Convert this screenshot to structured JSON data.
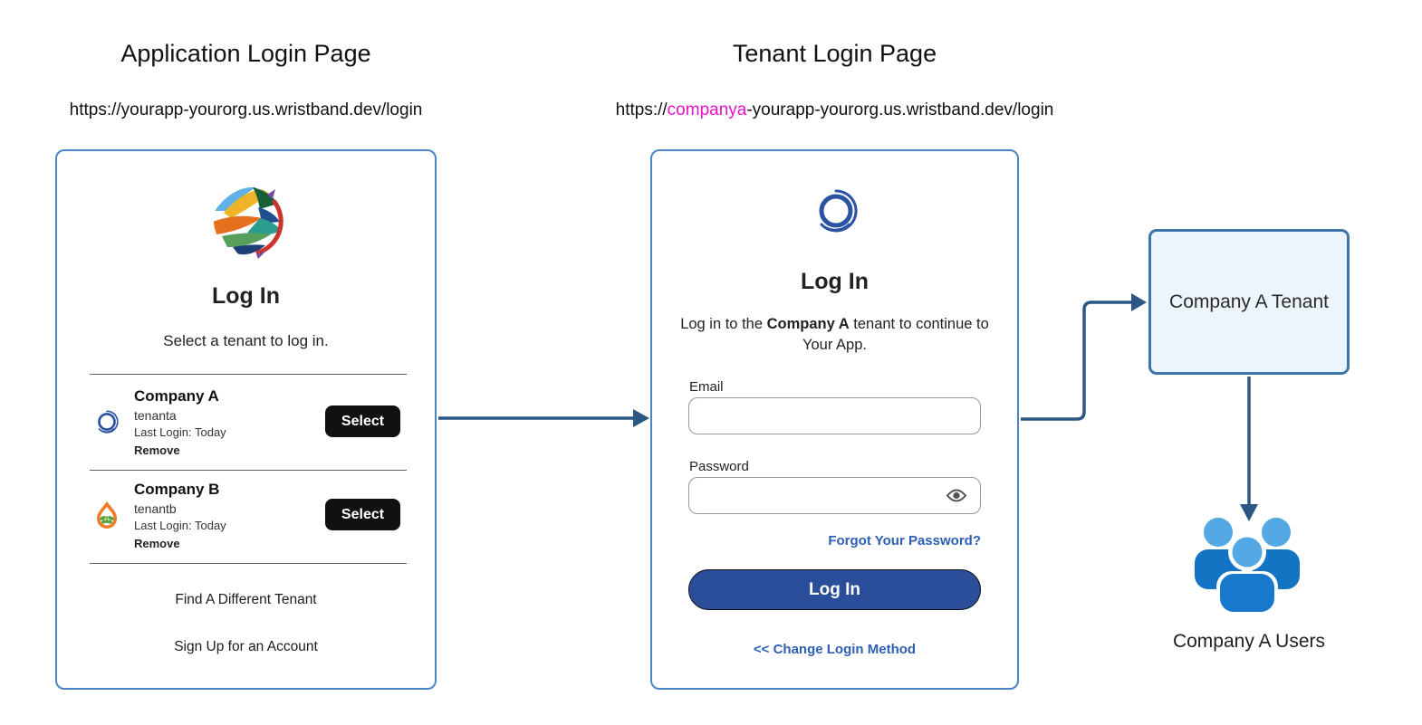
{
  "app_login": {
    "title": "Application Login Page",
    "url": "https://yourapp-yourorg.us.wristband.dev/login",
    "card": {
      "logo_icon": "globe-swirl-icon",
      "heading": "Log In",
      "subheading": "Select a tenant to log in.",
      "tenants": [
        {
          "name": "Company A",
          "tenant_id": "tenanta",
          "last_login": "Last Login: Today",
          "remove_label": "Remove",
          "select_label": "Select",
          "logo_icon": "ring-swirl-icon"
        },
        {
          "name": "Company B",
          "tenant_id": "tenantb",
          "last_login": "Last Login: Today",
          "remove_label": "Remove",
          "select_label": "Select",
          "logo_icon": "flame-leaf-icon"
        }
      ],
      "find_tenant_label": "Find A Different Tenant",
      "signup_label": "Sign Up for an Account"
    }
  },
  "tenant_login": {
    "title": "Tenant Login Page",
    "url_prefix": "https://",
    "url_highlight": "companya",
    "url_rest": "-yourapp-yourorg.us.wristband.dev/login",
    "card": {
      "logo_icon": "ring-swirl-icon",
      "heading": "Log In",
      "description_pre": "Log in to the ",
      "description_bold": "Company A",
      "description_post": " tenant to continue to Your App.",
      "email_label": "Email",
      "password_label": "Password",
      "password_toggle_icon": "eye-icon",
      "forgot_password_label": "Forgot Your Password?",
      "login_button_label": "Log In",
      "change_method_label": "<< Change Login Method"
    }
  },
  "flow": {
    "tenant_box_label": "Company A Tenant",
    "users_label": "Company A Users",
    "users_icon": "users-group-icon"
  },
  "colors": {
    "url_highlight": "#e911c9",
    "card_border": "#4a86c6",
    "connector": "#2b5784",
    "link": "#2d5fb3",
    "login_button_bg": "#2b4e9a",
    "select_button_bg": "#111111",
    "tenant_box_fill": "#ecf5fc",
    "tenant_box_border": "#3e74a8",
    "users_icon_light": "#54a8e4",
    "users_icon_dark": "#1474c4"
  }
}
